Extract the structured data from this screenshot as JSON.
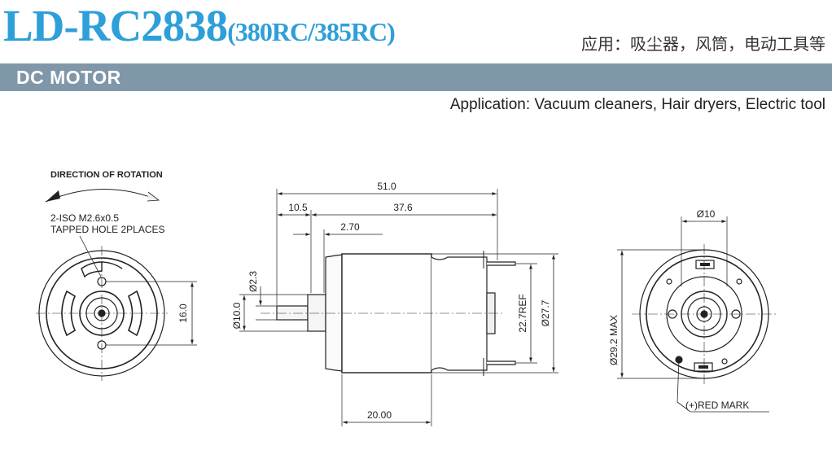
{
  "header": {
    "model": "LD-RC2838",
    "variants": "(380RC/385RC)",
    "applications_cn": "应用：吸尘器，风筒，电动工具等",
    "category": "DC MOTOR",
    "applications_en": "Application: Vacuum cleaners, Hair dryers, Electric tool"
  },
  "front_view": {
    "direction_label": "DIRECTION OF ROTATION",
    "hole_note_line1": "2-ISO M2.6x0.5",
    "hole_note_line2": "TAPPED HOLE 2PLACES",
    "dim_hole_spacing": "16.0"
  },
  "side_view": {
    "dim_overall_length": "51.0",
    "dim_shaft_length": "10.5",
    "dim_body_length": "37.6",
    "dim_boss_length": "2.70",
    "dim_shaft_dia": "Ø2.3",
    "dim_boss_dia": "Ø10.0",
    "dim_can_length": "20.00",
    "dim_terminal_span": "22.7REF",
    "dim_can_dia": "Ø27.7"
  },
  "rear_view": {
    "dim_bushing_dia": "Ø10",
    "dim_max_dia": "Ø29.2 MAX",
    "red_mark_label": "(+)RED MARK"
  }
}
